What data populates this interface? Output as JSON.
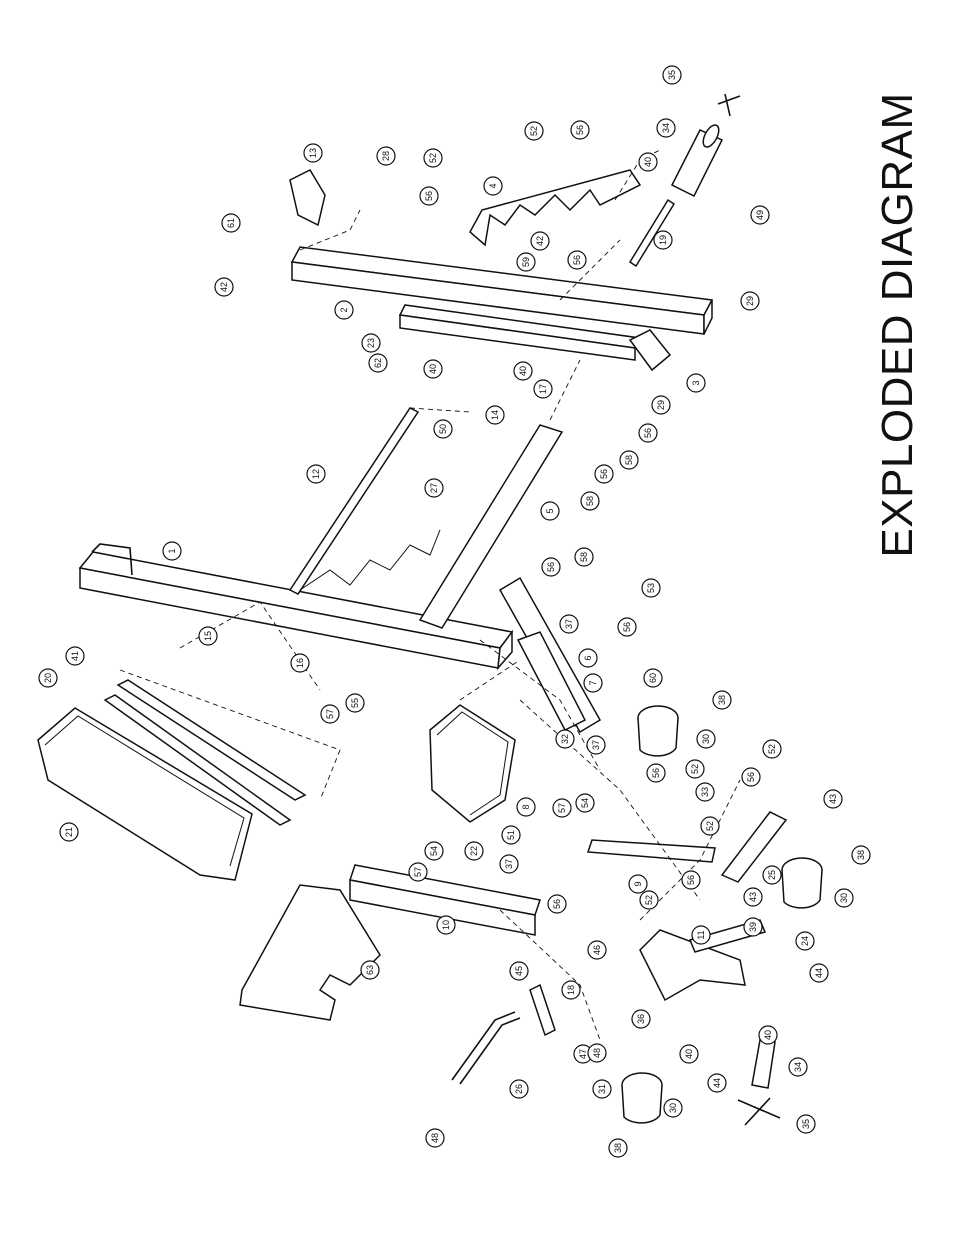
{
  "title": "EXPLODED DIAGRAM",
  "callouts": [
    {
      "id": "1",
      "label": "1"
    },
    {
      "id": "2",
      "label": "2"
    },
    {
      "id": "3",
      "label": "3"
    },
    {
      "id": "4",
      "label": "4"
    },
    {
      "id": "5",
      "label": "5"
    },
    {
      "id": "6",
      "label": "6"
    },
    {
      "id": "7",
      "label": "7"
    },
    {
      "id": "8",
      "label": "8"
    },
    {
      "id": "9",
      "label": "9"
    },
    {
      "id": "10",
      "label": "10"
    },
    {
      "id": "11",
      "label": "11"
    },
    {
      "id": "12",
      "label": "12"
    },
    {
      "id": "13",
      "label": "13"
    },
    {
      "id": "14",
      "label": "14"
    },
    {
      "id": "15",
      "label": "15"
    },
    {
      "id": "16",
      "label": "16"
    },
    {
      "id": "17",
      "label": "17"
    },
    {
      "id": "18",
      "label": "18"
    },
    {
      "id": "19",
      "label": "19"
    },
    {
      "id": "20",
      "label": "20"
    },
    {
      "id": "21",
      "label": "21"
    },
    {
      "id": "22",
      "label": "22"
    },
    {
      "id": "23",
      "label": "23"
    },
    {
      "id": "24",
      "label": "24"
    },
    {
      "id": "25",
      "label": "25"
    },
    {
      "id": "26",
      "label": "26"
    },
    {
      "id": "27",
      "label": "27"
    },
    {
      "id": "28",
      "label": "28"
    },
    {
      "id": "29a",
      "label": "29"
    },
    {
      "id": "29b",
      "label": "29"
    },
    {
      "id": "30a",
      "label": "30"
    },
    {
      "id": "30b",
      "label": "30"
    },
    {
      "id": "30c",
      "label": "30"
    },
    {
      "id": "31",
      "label": "31"
    },
    {
      "id": "32",
      "label": "32"
    },
    {
      "id": "33",
      "label": "33"
    },
    {
      "id": "34a",
      "label": "34"
    },
    {
      "id": "34b",
      "label": "34"
    },
    {
      "id": "35a",
      "label": "35"
    },
    {
      "id": "35b",
      "label": "35"
    },
    {
      "id": "36",
      "label": "36"
    },
    {
      "id": "37a",
      "label": "37"
    },
    {
      "id": "37b",
      "label": "37"
    },
    {
      "id": "37c",
      "label": "37"
    },
    {
      "id": "38a",
      "label": "38"
    },
    {
      "id": "38b",
      "label": "38"
    },
    {
      "id": "38c",
      "label": "38"
    },
    {
      "id": "39",
      "label": "39"
    },
    {
      "id": "40a",
      "label": "40"
    },
    {
      "id": "40b",
      "label": "40"
    },
    {
      "id": "40c",
      "label": "40"
    },
    {
      "id": "40d",
      "label": "40"
    },
    {
      "id": "40e",
      "label": "40"
    },
    {
      "id": "41",
      "label": "41"
    },
    {
      "id": "42a",
      "label": "42"
    },
    {
      "id": "42b",
      "label": "42"
    },
    {
      "id": "43a",
      "label": "43"
    },
    {
      "id": "43b",
      "label": "43"
    },
    {
      "id": "44a",
      "label": "44"
    },
    {
      "id": "44b",
      "label": "44"
    },
    {
      "id": "45",
      "label": "45"
    },
    {
      "id": "46",
      "label": "46"
    },
    {
      "id": "47",
      "label": "47"
    },
    {
      "id": "48a",
      "label": "48"
    },
    {
      "id": "48b",
      "label": "48"
    },
    {
      "id": "49",
      "label": "49"
    },
    {
      "id": "50",
      "label": "50"
    },
    {
      "id": "51",
      "label": "51"
    },
    {
      "id": "52a",
      "label": "52"
    },
    {
      "id": "52b",
      "label": "52"
    },
    {
      "id": "52c",
      "label": "52"
    },
    {
      "id": "52d",
      "label": "52"
    },
    {
      "id": "52e",
      "label": "52"
    },
    {
      "id": "52f",
      "label": "52"
    },
    {
      "id": "53",
      "label": "53"
    },
    {
      "id": "54a",
      "label": "54"
    },
    {
      "id": "54b",
      "label": "54"
    },
    {
      "id": "55",
      "label": "55"
    },
    {
      "id": "56a",
      "label": "56"
    },
    {
      "id": "56b",
      "label": "56"
    },
    {
      "id": "56c",
      "label": "56"
    },
    {
      "id": "56d",
      "label": "56"
    },
    {
      "id": "56e",
      "label": "56"
    },
    {
      "id": "56f",
      "label": "56"
    },
    {
      "id": "56g",
      "label": "56"
    },
    {
      "id": "56h",
      "label": "56"
    },
    {
      "id": "56i",
      "label": "56"
    },
    {
      "id": "56j",
      "label": "56"
    },
    {
      "id": "56k",
      "label": "56"
    },
    {
      "id": "57a",
      "label": "57"
    },
    {
      "id": "57b",
      "label": "57"
    },
    {
      "id": "57c",
      "label": "57"
    },
    {
      "id": "58a",
      "label": "58"
    },
    {
      "id": "58b",
      "label": "58"
    },
    {
      "id": "58c",
      "label": "58"
    },
    {
      "id": "59",
      "label": "59"
    },
    {
      "id": "60",
      "label": "60"
    },
    {
      "id": "61",
      "label": "61"
    },
    {
      "id": "62",
      "label": "62"
    },
    {
      "id": "63",
      "label": "63"
    }
  ]
}
